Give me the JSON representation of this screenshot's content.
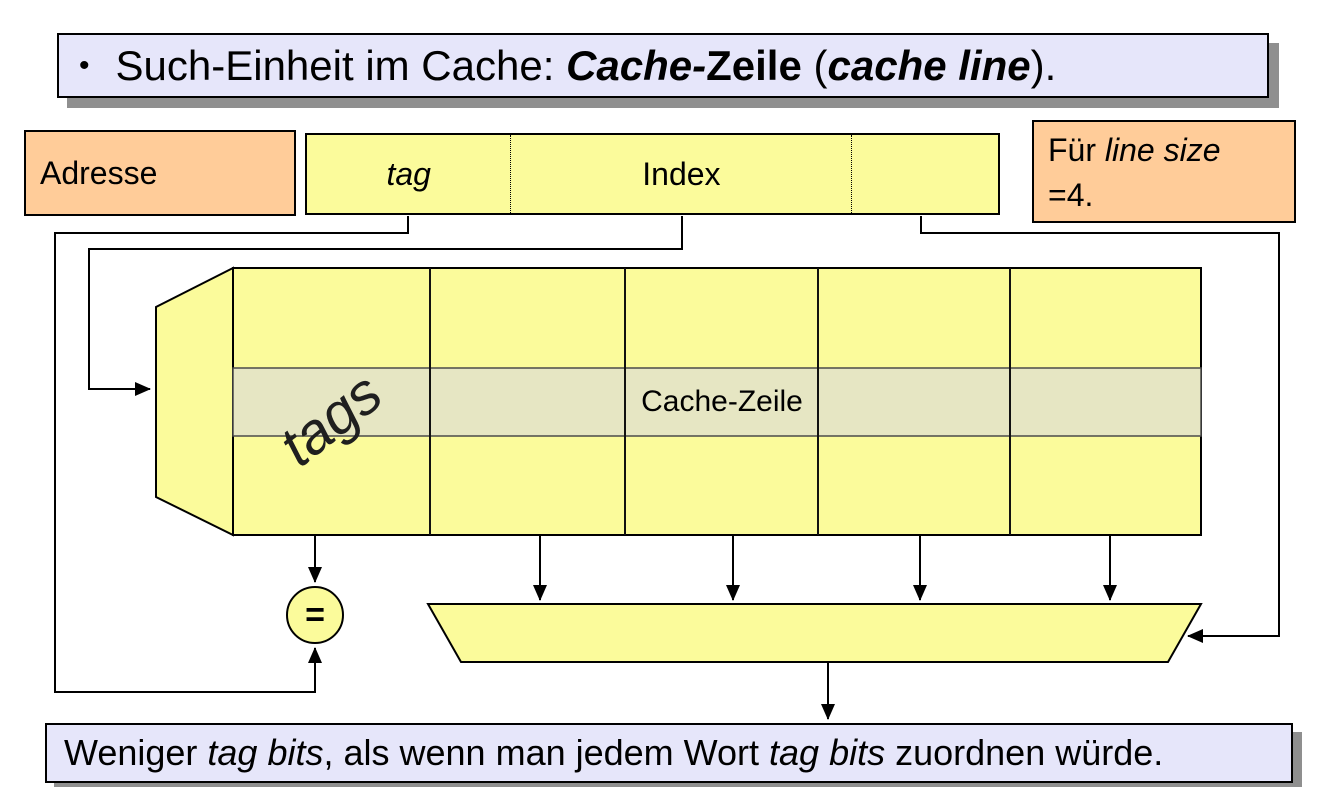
{
  "slide": {
    "title": {
      "bullet": "•",
      "pre": "Such-Einheit im Cache: ",
      "bold_italic_1": "Cache-",
      "bold_1": "Zeile",
      "mid": " (",
      "bold_italic_2": "cache line",
      "post": ")."
    },
    "address_label": "Adresse",
    "address_fields": {
      "tag": "tag",
      "index": "Index",
      "offset": ""
    },
    "note": {
      "line1_normal": "Für ",
      "line1_italic": "line size",
      "line2": "=4."
    },
    "cache_array": {
      "row_label": "Cache-Zeile",
      "tags_label": "tags"
    },
    "comparator_symbol": "=",
    "footer": {
      "pre": "Weniger ",
      "italic_1": "tag bits",
      "mid": ", als wenn man jedem Wort ",
      "italic_2": "tag bits",
      "post": " zuordnen würde."
    },
    "colors": {
      "title_footer_fill": "#E6E6FA",
      "label_note_fill": "#FFCC99",
      "array_fill": "#FBFB9B",
      "highlight_row_fill": "#E6E6C3",
      "shadow": "#8F8F8F",
      "wire": "#000000"
    }
  }
}
